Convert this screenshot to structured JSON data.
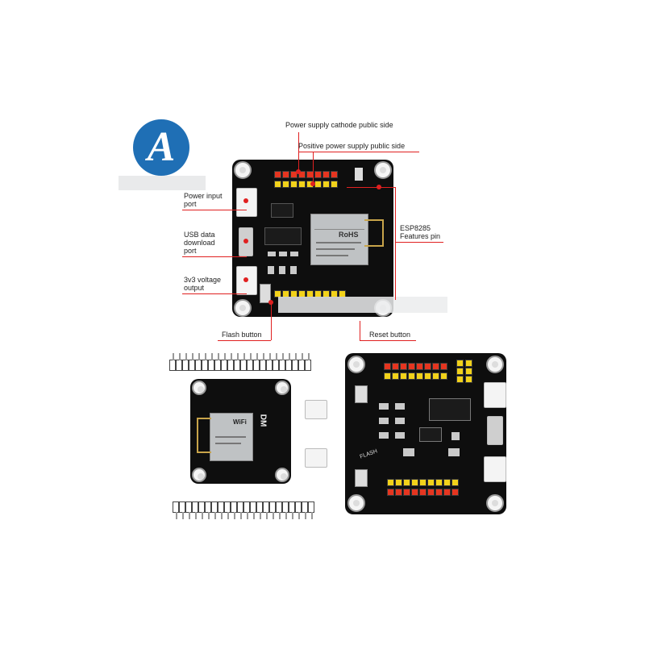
{
  "labels": {
    "cathode": "Power supply cathode public side",
    "positive": "Positive power supply public side",
    "power_input": "Power input\nport",
    "usb": "USB data\ndownload\nport",
    "v3v3": "3v3 voltage\noutput",
    "esp": "ESP8285\nFeatures pin",
    "flash": "Flash button",
    "reset": "Reset button"
  },
  "board_text": {
    "flash_silk": "FLASH",
    "module_brand": "RoHS",
    "wifi": "WiFi",
    "dm": "DM"
  },
  "logo": {
    "letter": "A",
    "color": "#1f6fb5"
  },
  "colors": {
    "accent": "#e02020",
    "board": "#0e0e0e",
    "pin_red": "#e53520",
    "pin_yellow": "#f2d21a"
  }
}
